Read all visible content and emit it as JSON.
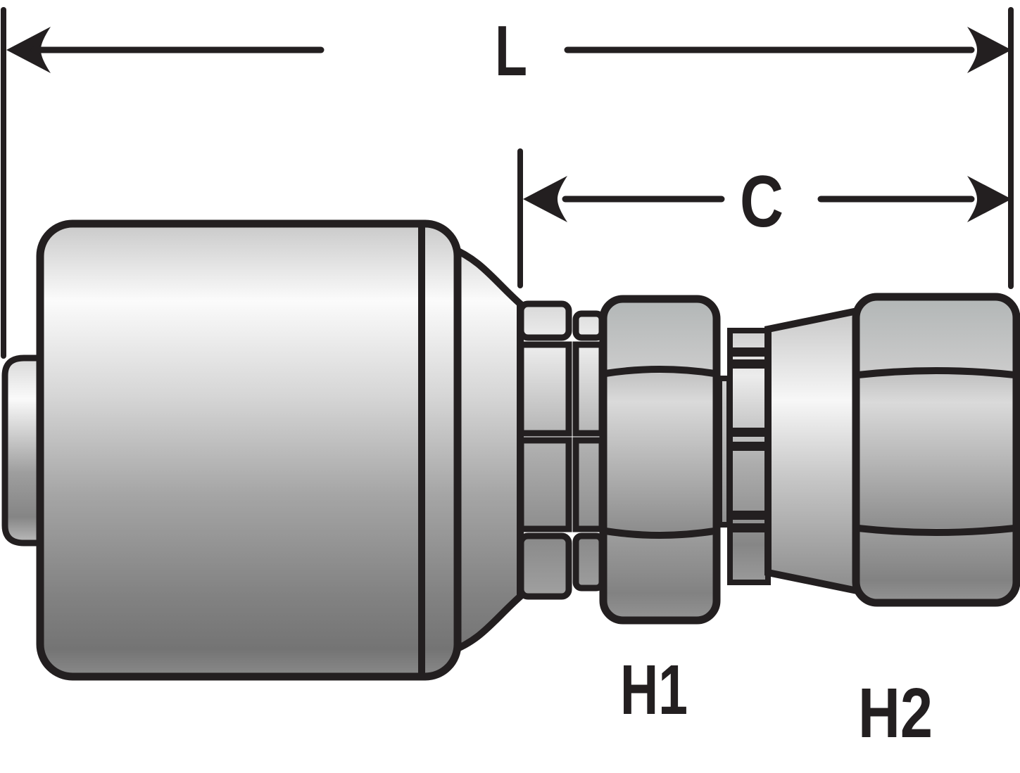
{
  "diagram": {
    "dimension_l": {
      "label": "L"
    },
    "dimension_c": {
      "label": "C"
    },
    "hex_flats": {
      "h1_label": "H1",
      "h2_label": "H2"
    },
    "colors": {
      "background": "#ffffff",
      "outline": "#231f20",
      "metal_highlight": "#fbfbfb",
      "metal_mid": "#a8a8a8",
      "metal_shadow": "#757575"
    }
  }
}
